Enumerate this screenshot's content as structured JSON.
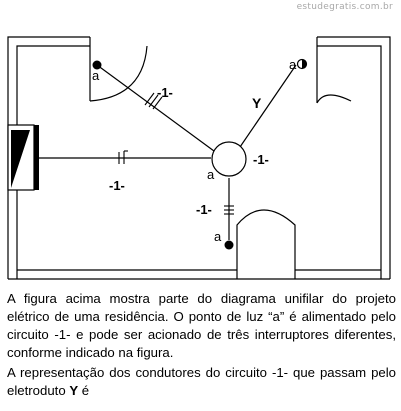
{
  "watermark": "estudegratis.com.br",
  "diagram": {
    "labels": {
      "a_top_left": "a",
      "a_top_right": "a",
      "a_center": "a",
      "a_bottom": "a",
      "circuit_diagonal": "-1-",
      "circuit_right_of_center": "-1-",
      "circuit_horizontal": "-1-",
      "circuit_vertical": "-1-",
      "conduit_y": "Y"
    }
  },
  "question": {
    "paragraph1": "A figura acima mostra parte do diagrama unifilar do projeto elétrico de uma residência. O ponto de luz “a” é alimentado pelo circuito -1- e pode ser acionado de três interruptores diferentes, conforme indicado na figura.",
    "paragraph2_start": "A representação dos condutores do circuito -1- que passam pelo eletroduto ",
    "paragraph2_bold": "Y",
    "paragraph2_end": " é"
  }
}
